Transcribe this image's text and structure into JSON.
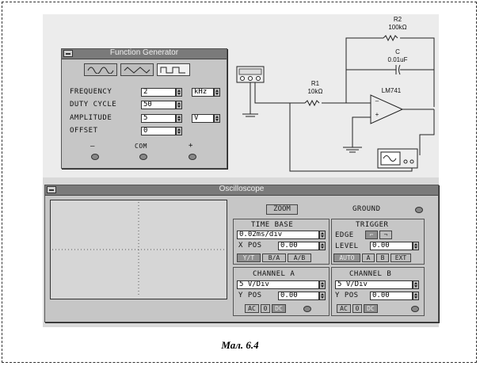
{
  "function_generator": {
    "title": "Function Generator",
    "waveforms": [
      "sine",
      "triangle",
      "square"
    ],
    "selected_waveform": "square",
    "frequency_label": "FREQUENCY",
    "frequency_value": "2",
    "frequency_unit": "kHz",
    "duty_cycle_label": "DUTY CYCLE",
    "duty_cycle_value": "50",
    "amplitude_label": "AMPLITUDE",
    "amplitude_value": "5",
    "amplitude_unit": "V",
    "offset_label": "OFFSET",
    "offset_value": "0",
    "terminal_minus": "—",
    "terminal_com": "COM",
    "terminal_plus": "+"
  },
  "circuit": {
    "r2_name": "R2",
    "r2_value": "100kΩ",
    "c_name": "C",
    "c_value": "0.01uF",
    "r1_name": "R1",
    "r1_value": "10kΩ",
    "opamp_name": "LM741",
    "opamp_minus": "–",
    "opamp_plus": "+"
  },
  "oscilloscope": {
    "title": "Oscilloscope",
    "zoom_label": "ZOOM",
    "ground_label": "GROUND",
    "timebase": {
      "title": "TIME BASE",
      "value": "0.02ms/div",
      "xpos_label": "X POS",
      "xpos_value": "0.00",
      "modes": [
        "Y/T",
        "B/A",
        "A/B"
      ]
    },
    "trigger": {
      "title": "TRIGGER",
      "edge_label": "EDGE",
      "level_label": "LEVEL",
      "level_value": "0.00",
      "modes": [
        "AUTO",
        "A",
        "B",
        "EXT"
      ]
    },
    "channel_a": {
      "title": "CHANNEL A",
      "value": "5 V/Div",
      "ypos_label": "Y POS",
      "ypos_value": "0.00",
      "coupling": [
        "AC",
        "0",
        "DC"
      ]
    },
    "channel_b": {
      "title": "CHANNEL B",
      "value": "5 V/Div",
      "ypos_label": "Y POS",
      "ypos_value": "0.00",
      "coupling": [
        "AC",
        "0",
        "DC"
      ]
    }
  },
  "caption": "Мал. 6.4"
}
